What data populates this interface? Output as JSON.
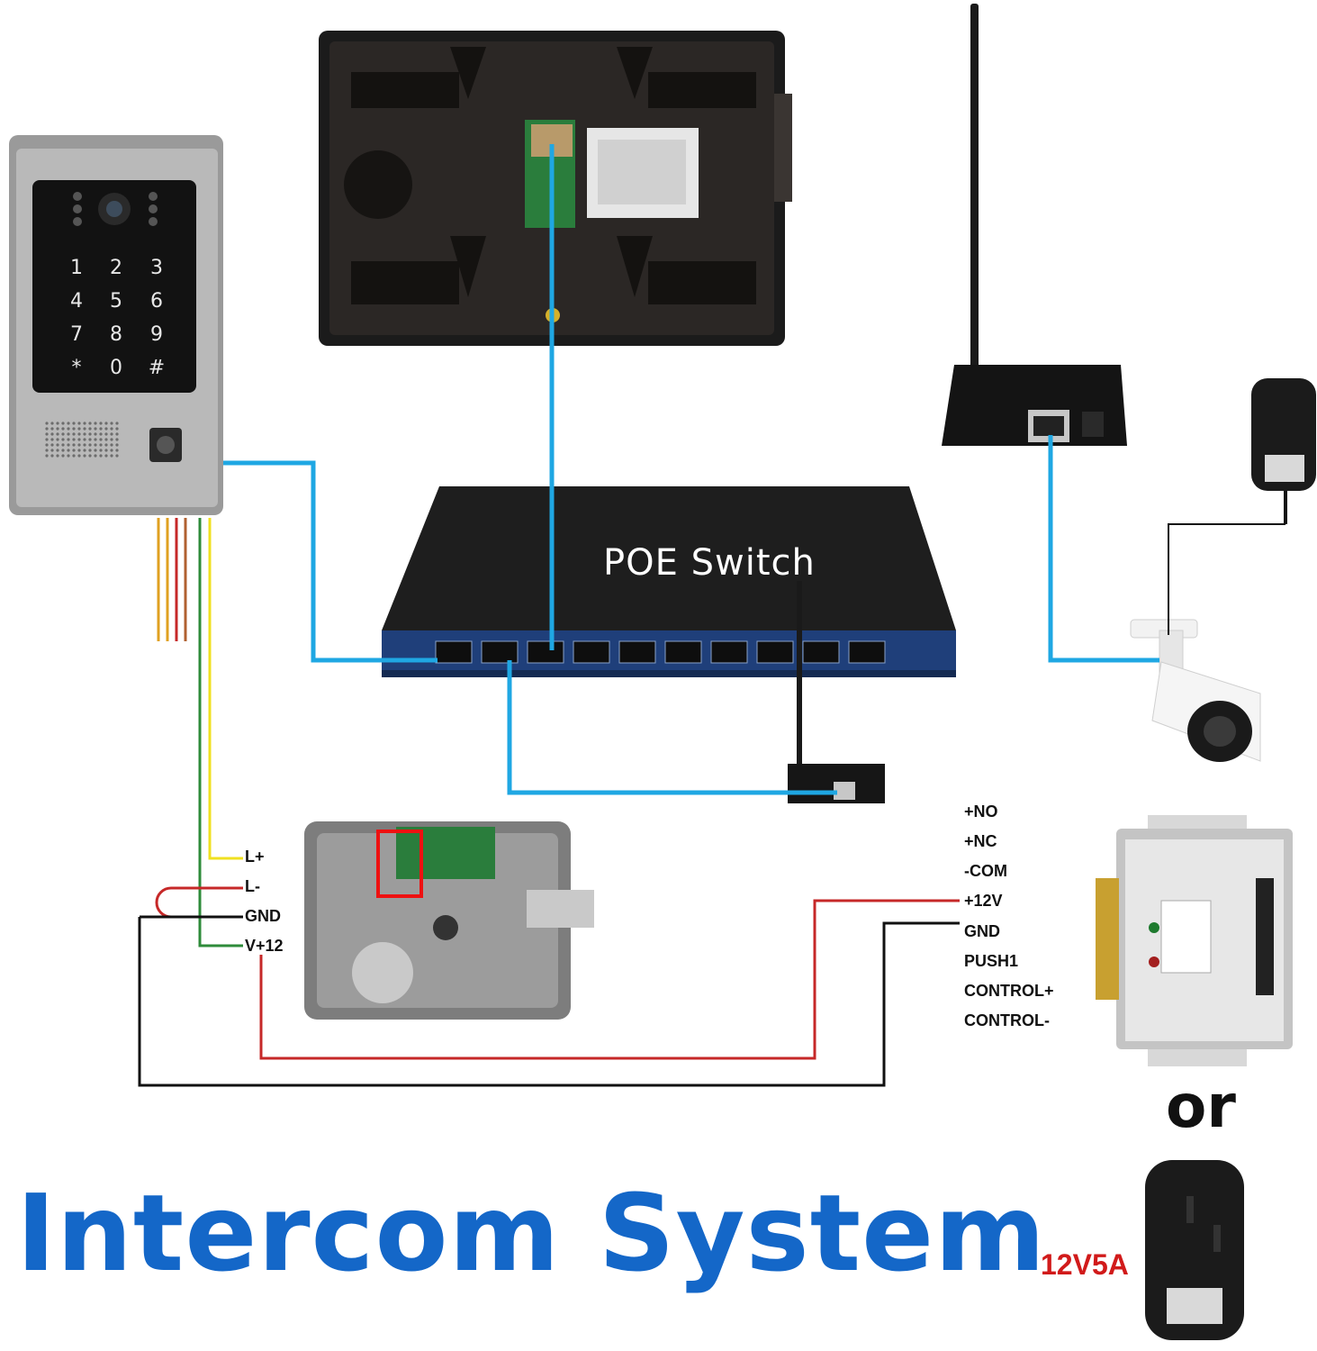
{
  "title": "Intercom System",
  "switch_label": "POE Switch",
  "or_label": "or",
  "adapter_spec": "12V5A",
  "keypad": [
    "1",
    "2",
    "3",
    "4",
    "5",
    "6",
    "7",
    "8",
    "9",
    "*",
    "0",
    "#"
  ],
  "lock_terminals": [
    "L+",
    "L-",
    "GND",
    "V+12"
  ],
  "power_supply_terminals": [
    "+NO",
    "+NC",
    "-COM",
    "+12V",
    "GND",
    "PUSH1",
    "CONTROL+",
    "CONTROL-"
  ],
  "colors": {
    "network_cable": "#1fa7e3",
    "power_positive": "#c62828",
    "ground": "#111111",
    "signal_yellow": "#f0e020",
    "signal_green": "#2e8b3a",
    "title_blue": "#1467c8"
  },
  "components": [
    "door-station-icon",
    "indoor-monitor-icon",
    "poe-switch-icon",
    "wifi-router-icon",
    "wifi-adapter-icon",
    "ip-camera-icon",
    "power-adapter-icon",
    "electric-lock-icon",
    "power-supply-control-icon"
  ]
}
